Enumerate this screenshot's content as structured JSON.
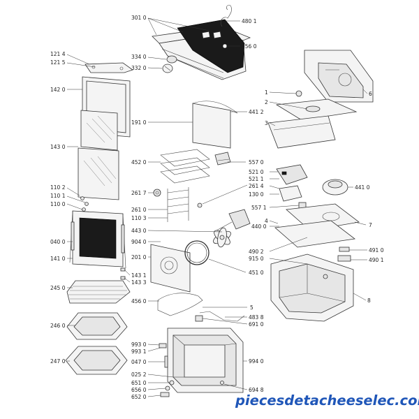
{
  "labels": [
    {
      "id": "301",
      "text": "301 0"
    },
    {
      "id": "480",
      "text": "480 1"
    },
    {
      "id": "334",
      "text": "334 0"
    },
    {
      "id": "332",
      "text": "332 0"
    },
    {
      "id": "356",
      "text": "356 0"
    },
    {
      "id": "1214",
      "text": "121 4"
    },
    {
      "id": "1215",
      "text": "121 5"
    },
    {
      "id": "142",
      "text": "142 0"
    },
    {
      "id": "191",
      "text": "191 0"
    },
    {
      "id": "4412",
      "text": "441 2"
    },
    {
      "id": "143",
      "text": "143 0"
    },
    {
      "id": "452",
      "text": "452 0"
    },
    {
      "id": "557",
      "text": "557 0"
    },
    {
      "id": "5210",
      "text": "521 0"
    },
    {
      "id": "5211",
      "text": "521 1"
    },
    {
      "id": "2614",
      "text": "261 4"
    },
    {
      "id": "130",
      "text": "130 0"
    },
    {
      "id": "1102",
      "text": "110 2"
    },
    {
      "id": "2617",
      "text": "261 7"
    },
    {
      "id": "1101",
      "text": "110 1"
    },
    {
      "id": "1100",
      "text": "110 0"
    },
    {
      "id": "261",
      "text": "261 0"
    },
    {
      "id": "1103",
      "text": "110 3"
    },
    {
      "id": "443",
      "text": "443 0"
    },
    {
      "id": "040",
      "text": "040 0"
    },
    {
      "id": "904",
      "text": "904 0"
    },
    {
      "id": "141",
      "text": "141 0"
    },
    {
      "id": "201",
      "text": "201 0"
    },
    {
      "id": "1431",
      "text": "143 1"
    },
    {
      "id": "1433",
      "text": "143 3"
    },
    {
      "id": "451",
      "text": "451 0"
    },
    {
      "id": "245",
      "text": "245 0"
    },
    {
      "id": "456",
      "text": "456 0"
    },
    {
      "id": "246",
      "text": "246 0"
    },
    {
      "id": "993",
      "text": "993 0"
    },
    {
      "id": "9931",
      "text": "993 1"
    },
    {
      "id": "047",
      "text": "047 0"
    },
    {
      "id": "247",
      "text": "247 0"
    },
    {
      "id": "0252",
      "text": "025 2"
    },
    {
      "id": "651",
      "text": "651 0"
    },
    {
      "id": "656",
      "text": "656 0"
    },
    {
      "id": "652",
      "text": "652 0"
    },
    {
      "id": "5",
      "text": "5"
    },
    {
      "id": "4838",
      "text": "483 8"
    },
    {
      "id": "691",
      "text": "691 0"
    },
    {
      "id": "994",
      "text": "994 0"
    },
    {
      "id": "6948",
      "text": "694 8"
    },
    {
      "id": "r1",
      "text": "1"
    },
    {
      "id": "r2",
      "text": "2"
    },
    {
      "id": "r3",
      "text": "3"
    },
    {
      "id": "r6",
      "text": "6"
    },
    {
      "id": "4410",
      "text": "441 0"
    },
    {
      "id": "5571",
      "text": "557 1"
    },
    {
      "id": "440",
      "text": "440 0"
    },
    {
      "id": "r4",
      "text": "4"
    },
    {
      "id": "r7",
      "text": "7"
    },
    {
      "id": "4902",
      "text": "490 2"
    },
    {
      "id": "915",
      "text": "915 0"
    },
    {
      "id": "491",
      "text": "491 0"
    },
    {
      "id": "4901",
      "text": "490 1"
    },
    {
      "id": "r8",
      "text": "8"
    }
  ],
  "watermark": "piecesdetacheeselec.com"
}
